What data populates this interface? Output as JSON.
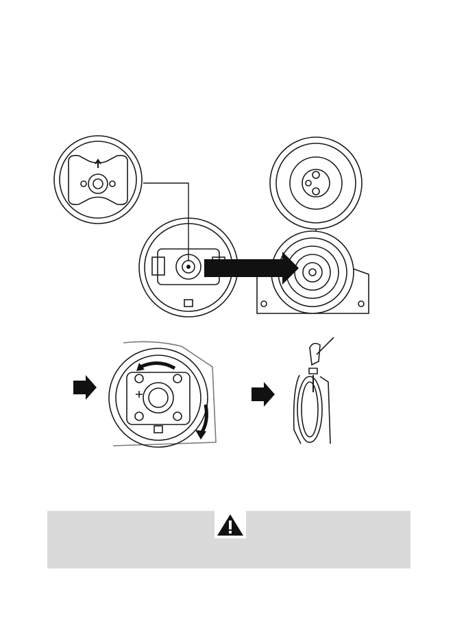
{
  "page": {
    "background": "#ffffff"
  },
  "illustrations": [
    {
      "id": "wheel-base-alignment",
      "icon": "wheel-to-base-diagram"
    },
    {
      "id": "wheel-rotate-lock",
      "icon": "rotate-arrows-diagram"
    },
    {
      "id": "screw-tighten",
      "icon": "screwdriver-diagram"
    }
  ],
  "warning": {
    "icon": "warning-triangle-icon",
    "background": "#dadada",
    "text": ""
  }
}
